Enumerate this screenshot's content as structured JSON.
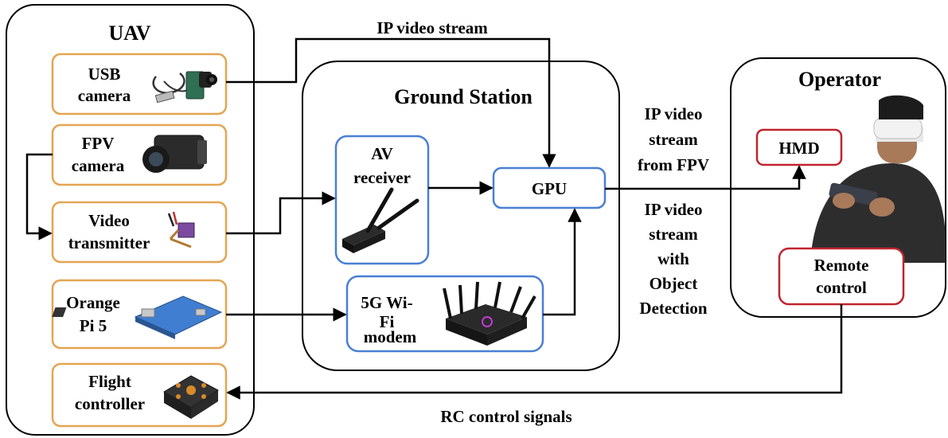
{
  "groups": {
    "uav": {
      "title": "UAV"
    },
    "ground_station": {
      "title": "Ground Station"
    },
    "operator": {
      "title": "Operator"
    }
  },
  "uav_components": {
    "usb_camera": {
      "line1": "USB",
      "line2": "camera",
      "image": "usb-camera-icon"
    },
    "fpv_camera": {
      "line1": "FPV",
      "line2": "camera",
      "image": "fpv-camera-icon"
    },
    "video_transmitter": {
      "line1": "Video",
      "line2": "transmitter",
      "image": "video-transmitter-icon"
    },
    "orange_pi": {
      "line1": "Orange",
      "line2": "Pi 5",
      "image": "single-board-computer-icon"
    },
    "flight_controller": {
      "line1": "Flight",
      "line2": "controller",
      "image": "flight-controller-board-icon"
    }
  },
  "ground_components": {
    "av_receiver": {
      "line1": "AV",
      "line2": "receiver",
      "image": "receiver-antenna-icon"
    },
    "gpu": {
      "label": "GPU"
    },
    "modem": {
      "line1": "5G Wi-",
      "line2": "Fi",
      "line3": "modem",
      "image": "router-icon"
    }
  },
  "operator_components": {
    "hmd": {
      "label": "HMD"
    },
    "remote_control": {
      "line1": "Remote",
      "line2": "control"
    },
    "person_image": "operator-with-headset-icon"
  },
  "edge_labels": {
    "ip_video_stream": "IP video stream",
    "ip_video_fpv": [
      "IP video",
      "stream",
      "from FPV"
    ],
    "ip_video_detection": [
      "IP video",
      "stream",
      "with",
      "Object",
      "Detection"
    ],
    "rc_signals": "RC control signals"
  },
  "colors": {
    "uav_box_border": "#e3a552",
    "ground_box_border": "#4a7fd4",
    "operator_box_border": "#c0242e",
    "container_border": "#000000",
    "arrow": "#000000"
  }
}
